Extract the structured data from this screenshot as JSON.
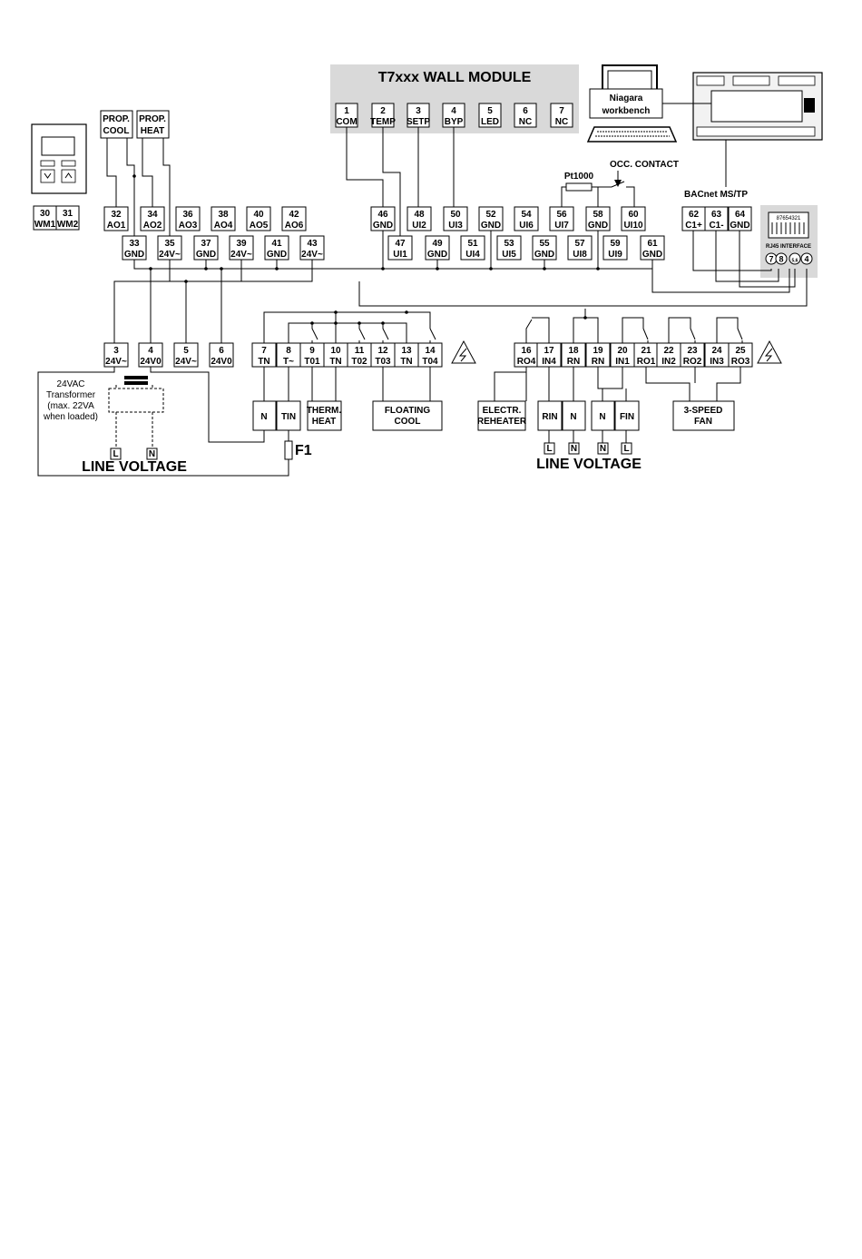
{
  "wall_module": {
    "title": "T7xxx WALL MODULE",
    "terminals": [
      {
        "num": "1",
        "label": "COM"
      },
      {
        "num": "2",
        "label": "TEMP"
      },
      {
        "num": "3",
        "label": "SETP"
      },
      {
        "num": "4",
        "label": "BYP"
      },
      {
        "num": "5",
        "label": "LED"
      },
      {
        "num": "6",
        "label": "NC"
      },
      {
        "num": "7",
        "label": "NC"
      }
    ]
  },
  "niagara": {
    "line1": "Niagara",
    "line2": "workbench"
  },
  "occ_contact": "OCC. CONTACT",
  "pt1000": "Pt1000",
  "bacnet": {
    "title": "BACnet MS/TP",
    "terminals": [
      {
        "num": "62",
        "label": "C1+"
      },
      {
        "num": "63",
        "label": "C1-"
      },
      {
        "num": "64",
        "label": "GND"
      }
    ]
  },
  "rj45": {
    "pins": "87654321",
    "label": "RJ45 INTERFACE",
    "contacts": [
      "7",
      "8",
      "5,6",
      "4"
    ]
  },
  "wall_unit_terminals": [
    {
      "num": "30",
      "label": "WM1"
    },
    {
      "num": "31",
      "label": "WM2"
    }
  ],
  "prop_cool": {
    "line1": "PROP.",
    "line2": "COOL"
  },
  "prop_heat": {
    "line1": "PROP.",
    "line2": "HEAT"
  },
  "upper_row": [
    {
      "num": "32",
      "label": "AO1"
    },
    {
      "num": "34",
      "label": "AO2"
    },
    {
      "num": "36",
      "label": "AO3"
    },
    {
      "num": "38",
      "label": "AO4"
    },
    {
      "num": "40",
      "label": "AO5"
    },
    {
      "num": "42",
      "label": "AO6"
    },
    {
      "num": "46",
      "label": "GND"
    },
    {
      "num": "48",
      "label": "UI2"
    },
    {
      "num": "50",
      "label": "UI3"
    },
    {
      "num": "52",
      "label": "GND"
    },
    {
      "num": "54",
      "label": "UI6"
    },
    {
      "num": "56",
      "label": "UI7"
    },
    {
      "num": "58",
      "label": "GND"
    },
    {
      "num": "60",
      "label": "UI10"
    }
  ],
  "lower_row": [
    {
      "num": "33",
      "label": "GND"
    },
    {
      "num": "35",
      "label": "24V~"
    },
    {
      "num": "37",
      "label": "GND"
    },
    {
      "num": "39",
      "label": "24V~"
    },
    {
      "num": "41",
      "label": "GND"
    },
    {
      "num": "43",
      "label": "24V~"
    },
    {
      "num": "47",
      "label": "UI1"
    },
    {
      "num": "49",
      "label": "GND"
    },
    {
      "num": "51",
      "label": "UI4"
    },
    {
      "num": "53",
      "label": "UI5"
    },
    {
      "num": "55",
      "label": "GND"
    },
    {
      "num": "57",
      "label": "UI8"
    },
    {
      "num": "59",
      "label": "UI9"
    },
    {
      "num": "61",
      "label": "GND"
    }
  ],
  "power_row": [
    {
      "num": "3",
      "label": "24V~"
    },
    {
      "num": "4",
      "label": "24V0"
    },
    {
      "num": "5",
      "label": "24V~"
    },
    {
      "num": "6",
      "label": "24V0"
    }
  ],
  "triac_row": [
    {
      "num": "7",
      "label": "TN"
    },
    {
      "num": "8",
      "label": "T~"
    },
    {
      "num": "9",
      "label": "T01"
    },
    {
      "num": "10",
      "label": "TN"
    },
    {
      "num": "11",
      "label": "T02"
    },
    {
      "num": "12",
      "label": "T03"
    },
    {
      "num": "13",
      "label": "TN"
    },
    {
      "num": "14",
      "label": "T04"
    }
  ],
  "relay_row": [
    {
      "num": "16",
      "label": "RO4"
    },
    {
      "num": "17",
      "label": "IN4"
    },
    {
      "num": "18",
      "label": "RN"
    },
    {
      "num": "19",
      "label": "RN"
    },
    {
      "num": "20",
      "label": "IN1"
    },
    {
      "num": "21",
      "label": "RO1"
    },
    {
      "num": "22",
      "label": "IN2"
    },
    {
      "num": "23",
      "label": "RO2"
    },
    {
      "num": "24",
      "label": "IN3"
    },
    {
      "num": "25",
      "label": "RO3"
    }
  ],
  "transformer": {
    "line1": "24VAC",
    "line2": "Transformer",
    "line3": "(max. 22VA",
    "line4": "when loaded)"
  },
  "line_voltage_left": "LINE VOLTAGE",
  "line_voltage_right": "LINE VOLTAGE",
  "fuse": "F1",
  "left_loads": {
    "n": "N",
    "tin": "TIN",
    "therm_heat": {
      "line1": "THERM.",
      "line2": "HEAT"
    },
    "floating_cool": {
      "line1": "FLOATING",
      "line2": "COOL"
    }
  },
  "right_loads": {
    "electr_reheater": {
      "line1": "ELECTR.",
      "line2": "REHEATER"
    },
    "rin": "RIN",
    "n1": "N",
    "n2": "N",
    "fin": "FIN",
    "fan": {
      "line1": "3-SPEED",
      "line2": "FAN"
    }
  },
  "mains_left": [
    "L",
    "N"
  ],
  "mains_right": [
    "L",
    "N",
    "N",
    "L"
  ]
}
